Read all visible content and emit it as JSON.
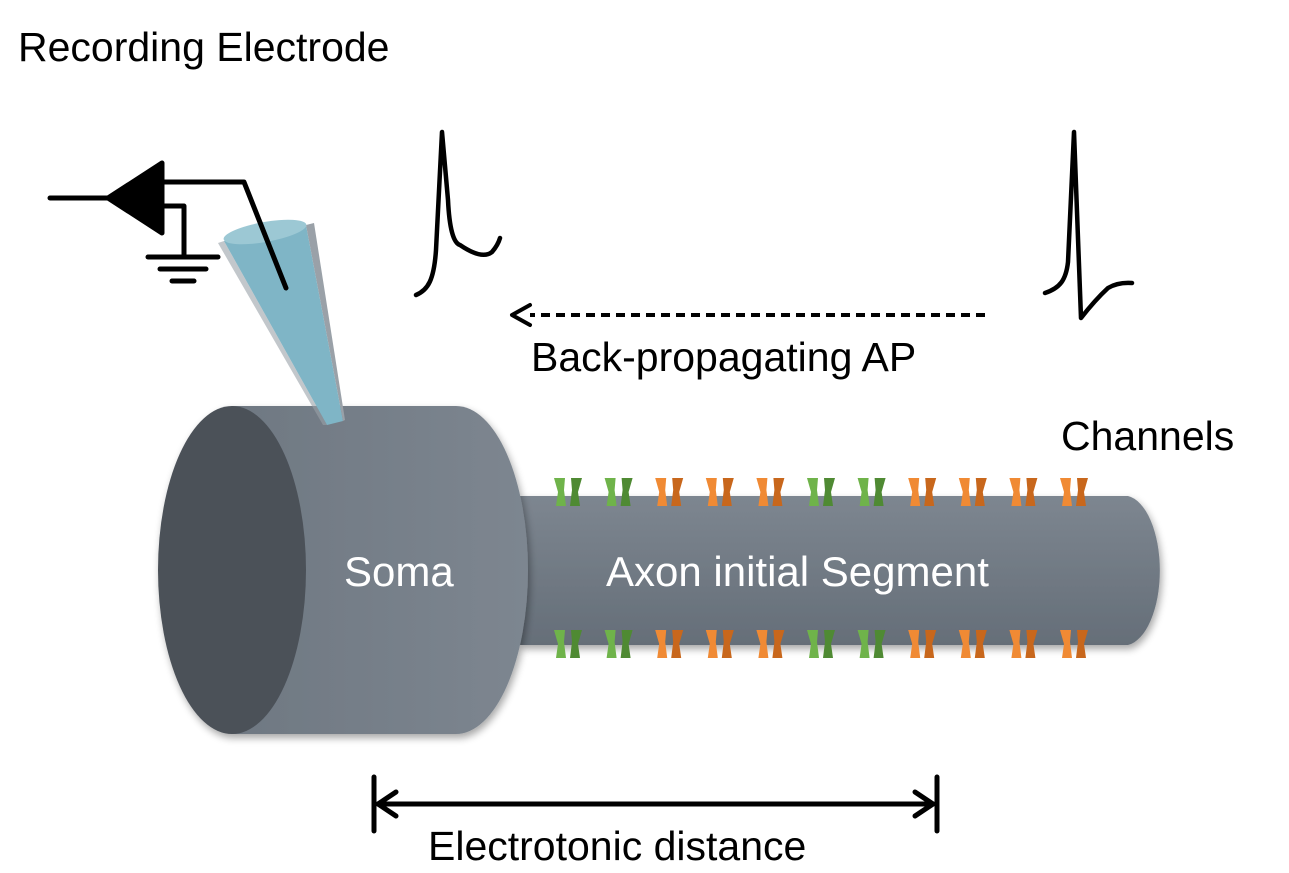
{
  "labels": {
    "title": "Recording Electrode",
    "back_propagating": "Back-propagating AP",
    "channels": "Channels",
    "soma": "Soma",
    "axon": "Axon initial Segment",
    "distance": "Electrotonic distance"
  },
  "channels": {
    "top_row": [
      "green",
      "green",
      "orange",
      "orange",
      "orange",
      "green",
      "green",
      "orange",
      "orange",
      "orange",
      "orange"
    ],
    "bottom_row": [
      "green",
      "green",
      "orange",
      "orange",
      "orange",
      "green",
      "green",
      "orange",
      "orange",
      "orange",
      "orange"
    ]
  },
  "colors": {
    "soma_side": "#78818b",
    "soma_face": "#4b5159",
    "axon": "#6e7781",
    "electrode": "#7fb5c6",
    "channel_green": "#6fb34a",
    "channel_orange": "#f08a34"
  }
}
